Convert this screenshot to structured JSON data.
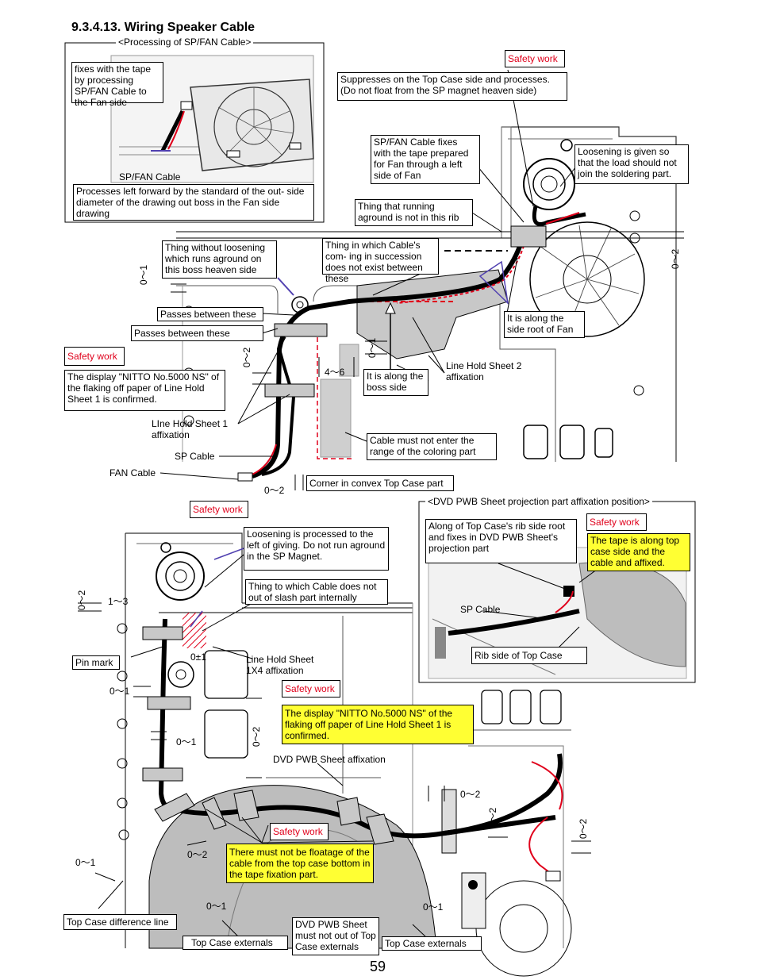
{
  "title": "9.3.4.13. Wiring Speaker Cable",
  "page_number": "59",
  "sections": {
    "processing": "<Processing of SP/FAN Cable>",
    "dvd": "<DVD PWB Sheet projection part affixation position>"
  },
  "safety": "Safety work",
  "notes": {
    "fixes_tape": "fixes with the tape by processing SP/FAN Cable to the Fan side",
    "sp_fan_cable": "SP/FAN Cable",
    "processes_left": "Processes left forward by the standard of the out- side diameter of the drawing out boss in the Fan side drawing",
    "suppresses": "Suppresses on the Top Case side and processes. (Do not float from the SP magnet heaven side)",
    "sp_fan_fixes": "SP/FAN Cable fixes with the tape prepared for Fan through a left side of Fan",
    "loosening_solder": "Loosening is given so that the load should not join the soldering part.",
    "running_aground": "Thing that running aground is not in this rib",
    "without_loosening": "Thing without loosening which runs aground on this boss heaven side",
    "in_succession": "Thing in which Cable's com- ing in succession does not exist between these",
    "passes1": "Passes between these",
    "passes2": "Passes between these",
    "along_root": "It is along the side root of Fan",
    "nitto1": "The display \"NITTO  No.5000 NS\" of the flaking off paper of Line Hold Sheet 1 is confirmed.",
    "line_hold2": "Line Hold Sheet 2 affixation",
    "along_boss": "It is along the boss side",
    "line_hold1": "LIne Hold Sheet 1 affixation",
    "sp_cable": "SP Cable",
    "coloring": "Cable must not enter the range of the coloring part",
    "fan_cable": "FAN Cable",
    "corner": "Corner in convex Top Case part",
    "loosening_left": "Loosening is processed to the left of giving. Do not run aground in the SP Magnet.",
    "slash": "Thing to which Cable does not out of slash part internally",
    "pin_mark": "Pin mark",
    "line_hold_1x4": "Line Hold Sheet 1X4 affixation",
    "nitto2": "The display \"NITTO  No.5000 NS\" of the flaking off paper of Line Hold Sheet 1 is confirmed.",
    "dvd_sheet": "DVD PWB Sheet affixation",
    "floatage": "There must not be floatage of the cable from the top case bottom in the tape fixation part.",
    "diff_line": "Top Case difference line",
    "externals1": "Top Case externals",
    "dvd_must": "DVD PWB Sheet must not out of Top Case externals",
    "externals2": "Top Case externals",
    "along_rib": "Along of Top Case's rib side root and fixes in DVD PWB Sheet's projection part",
    "tape_along": "The tape is along top case side and the cable and affixed.",
    "sp_cable2": "SP Cable",
    "rib_side": "Rib side of Top Case"
  },
  "dims": {
    "d01": "0～1",
    "d02": "0～2",
    "d46": "4～6",
    "d13": "1～3",
    "d0pm1": "0±1"
  },
  "colors": {
    "safety_red": "#e0001b",
    "highlight_yellow": "#ffff33",
    "cable_red": "#e0001b",
    "cable_blue": "#5040b0"
  }
}
